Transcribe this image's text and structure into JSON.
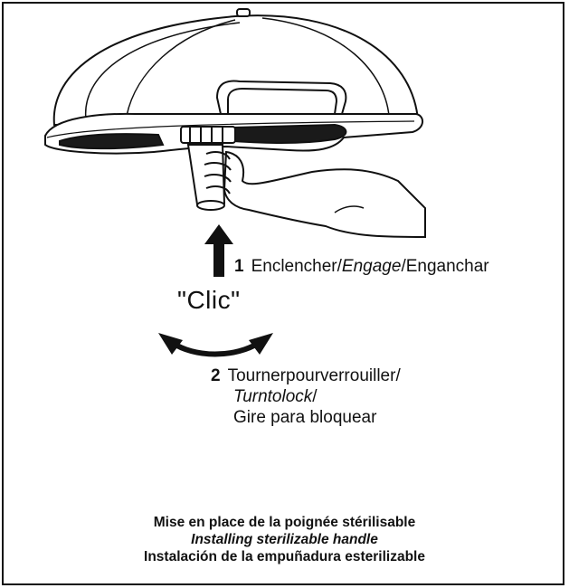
{
  "step1": {
    "number": "1",
    "fr": "Enclencher/",
    "en": "Engage",
    "es": "/Enganchar"
  },
  "clic_label": "\"Clic\"",
  "step2": {
    "number": "2",
    "fr": "Tournerpourverrouiller/",
    "en": "Turntolock",
    "en_sep": "/",
    "es": "Gire para bloquear"
  },
  "caption": {
    "fr": "Mise en place de la poignée stérilisable",
    "en": "Installing sterilizable handle",
    "es": "Instalación de la empuñadura esterilizable"
  }
}
